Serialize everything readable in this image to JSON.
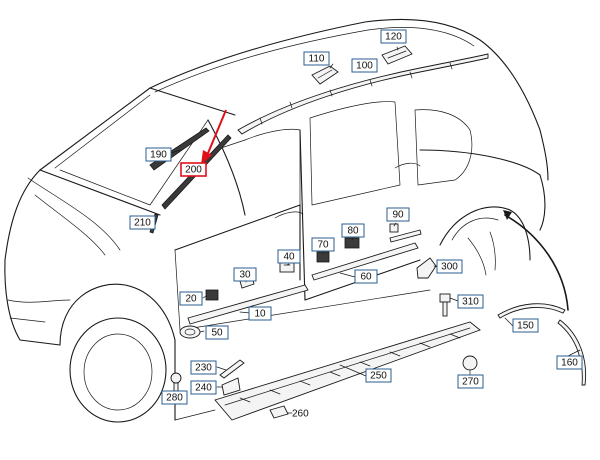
{
  "callouts": [
    {
      "id": "10",
      "label": "10"
    },
    {
      "id": "20",
      "label": "20"
    },
    {
      "id": "30",
      "label": "30"
    },
    {
      "id": "40",
      "label": "40"
    },
    {
      "id": "50",
      "label": "50"
    },
    {
      "id": "60",
      "label": "60"
    },
    {
      "id": "70",
      "label": "70"
    },
    {
      "id": "80",
      "label": "80"
    },
    {
      "id": "90",
      "label": "90"
    },
    {
      "id": "100",
      "label": "100"
    },
    {
      "id": "110",
      "label": "110"
    },
    {
      "id": "120",
      "label": "120"
    },
    {
      "id": "150",
      "label": "150"
    },
    {
      "id": "160",
      "label": "160"
    },
    {
      "id": "190",
      "label": "190"
    },
    {
      "id": "200",
      "label": "200",
      "highlighted": true
    },
    {
      "id": "210",
      "label": "210"
    },
    {
      "id": "230",
      "label": "230"
    },
    {
      "id": "240",
      "label": "240"
    },
    {
      "id": "250",
      "label": "250"
    },
    {
      "id": "260",
      "label": "260",
      "boxed": false
    },
    {
      "id": "270",
      "label": "270"
    },
    {
      "id": "280",
      "label": "280"
    },
    {
      "id": "300",
      "label": "300"
    },
    {
      "id": "310",
      "label": "310"
    }
  ],
  "colors": {
    "callout_border": "#2b5d8f",
    "highlight": "#e0101a",
    "line": "#1a1a1a"
  }
}
